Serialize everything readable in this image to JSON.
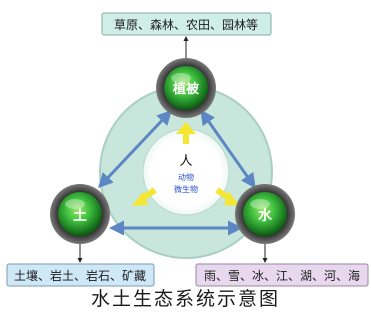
{
  "boxes": {
    "top": "草原、森林、农田、园林等",
    "bottom_left": "土壤、岩土、岩石、矿藏",
    "bottom_right": "雨、雪、冰、江、湖、河、海"
  },
  "nodes": {
    "vegetation": "植被",
    "soil": "土",
    "water": "水"
  },
  "center": {
    "human": "人",
    "animals": "动物",
    "microbes": "微生物"
  },
  "caption": "水土生态系统示意图",
  "colors": {
    "top_box_fill": "#cfeee5",
    "bottom_left_box_fill": "#cfe8f7",
    "bottom_right_box_fill": "#e8d8ee",
    "ring": "#c9e6dd",
    "node_green": "#2aa33a",
    "arrow_blue": "#5c87c4",
    "arrow_yellow": "#f5e631"
  }
}
